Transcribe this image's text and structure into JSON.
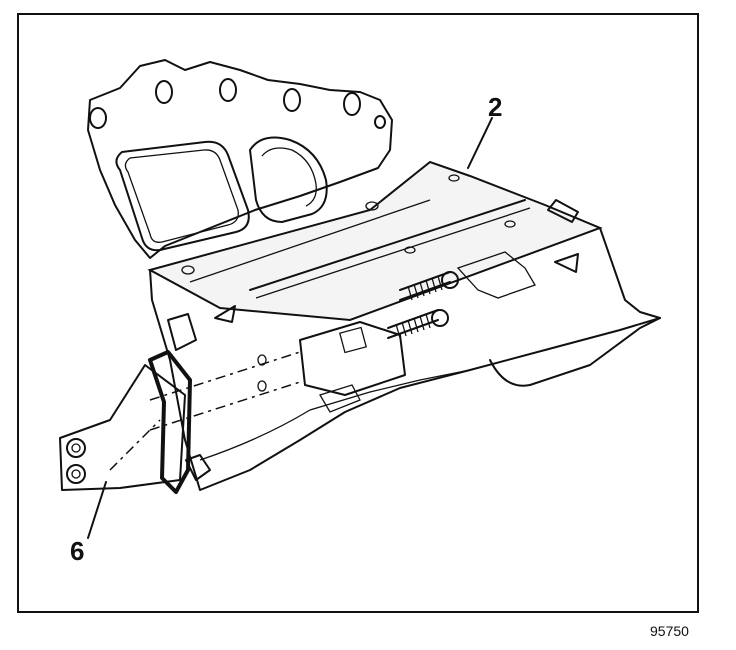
{
  "callouts": {
    "part_2": "2",
    "part_6": "6"
  },
  "figure_number": "95750",
  "colors": {
    "ink": "#111111",
    "background": "#ffffff"
  }
}
